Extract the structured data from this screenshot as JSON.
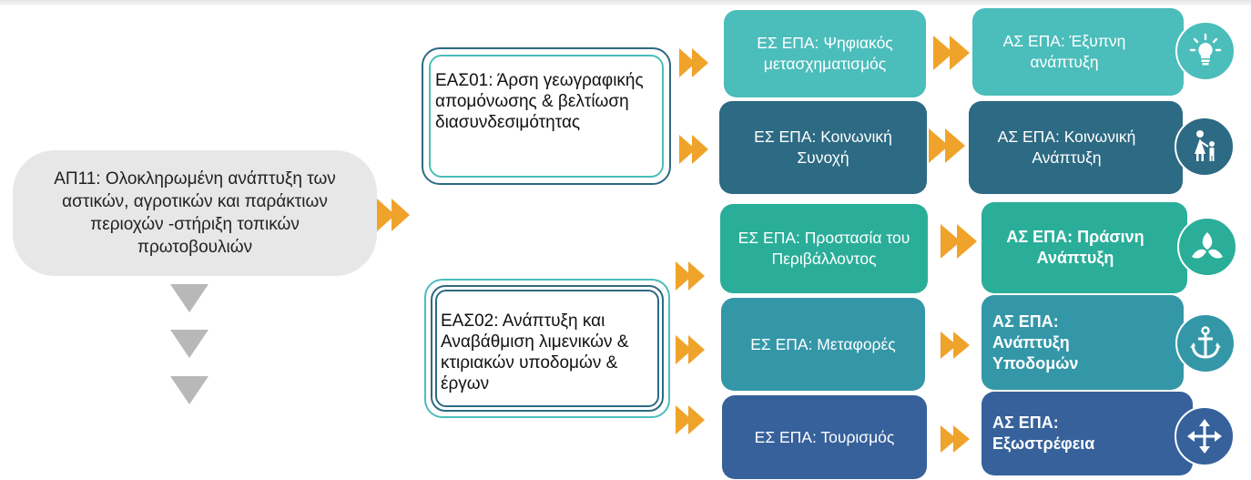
{
  "colors": {
    "teal_light": "#4bbdbb",
    "teal_mid": "#3497a8",
    "slate_blue": "#2d6a83",
    "green_teal": "#2aae99",
    "steel_blue": "#36619b",
    "arrow_orange": "#f0a32a",
    "main_node": "#e7e7e7",
    "down_triangle": "#b8b8b8"
  },
  "main_node": {
    "text": "ΑΠ11:  Ολοκληρωμένη ανάπτυξη των αστικών, αγροτικών και παράκτιων περιοχών -στήριξη τοπικών πρωτοβουλιών"
  },
  "eas": [
    {
      "text": "ΕΑΣ01: Άρση γεωγραφικής απομόνωσης & βελτίωση διασυνδεσιμότητας"
    },
    {
      "text": "ΕΑΣ02: Ανάπτυξη και Αναβάθμιση λιμενικών & κτιριακών υποδομών & έργων"
    }
  ],
  "rows": [
    {
      "es": "ΕΣ ΕΠΑ: Ψηφιακός μετασχηματισμός",
      "as": "ΑΣ ΕΠΑ: Έξυπνη ανάπτυξη",
      "icon": "lightbulb-icon"
    },
    {
      "es": "ΕΣ ΕΠΑ: Κοινωνική Συνοχή",
      "as": "ΑΣ ΕΠΑ: Κοινωνική Ανάπτυξη",
      "icon": "family-icon"
    },
    {
      "es": "ΕΣ ΕΠΑ: Προστασία του Περιβάλλοντος",
      "as": "ΑΣ ΕΠΑ: Πράσινη Ανάπτυξη",
      "icon": "leaf-icon"
    },
    {
      "es": "ΕΣ ΕΠΑ: Μεταφορές",
      "as": "ΑΣ ΕΠΑ: Ανάπτυξη Υποδομών",
      "icon": "anchor-icon"
    },
    {
      "es": "ΕΣ ΕΠΑ: Τουρισμός",
      "as": "ΑΣ ΕΠΑ: Εξωστρέφεια",
      "icon": "move-arrows-icon"
    }
  ]
}
